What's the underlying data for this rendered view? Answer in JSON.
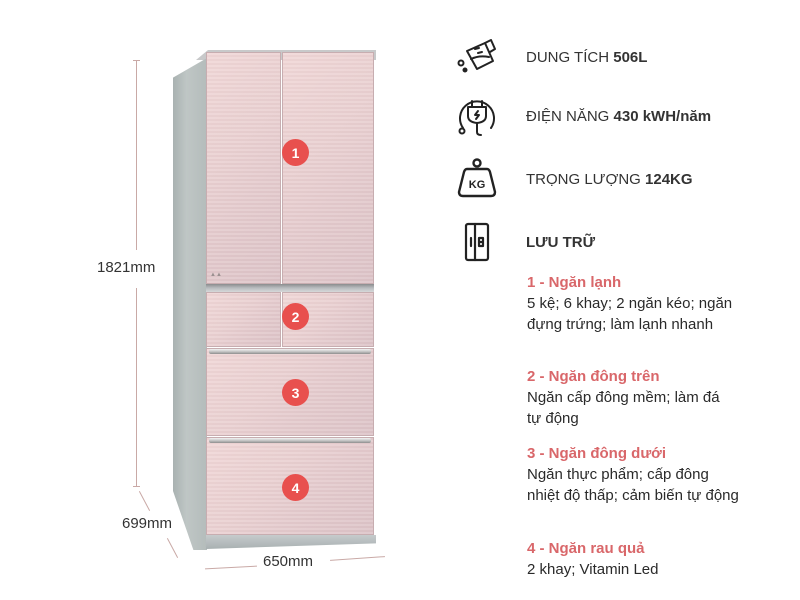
{
  "dimensions": {
    "height": "1821mm",
    "depth": "699mm",
    "width": "650mm"
  },
  "fridge": {
    "badges": [
      "1",
      "2",
      "3",
      "4"
    ],
    "accent_color": "#e8504e"
  },
  "specs": [
    {
      "icon": "measuring-jug-icon",
      "label": "DUNG TÍCH",
      "value": "506L"
    },
    {
      "icon": "power-plug-icon",
      "label": "ĐIỆN NĂNG",
      "value": "430 kWH/năm"
    },
    {
      "icon": "weight-kg-icon",
      "label": "TRỌNG LƯỢNG",
      "value": "124KG"
    },
    {
      "icon": "fridge-storage-icon",
      "label": "LƯU TRỮ",
      "value": ""
    }
  ],
  "compartments": [
    {
      "title": "1 - Ngăn lạnh",
      "desc": "5 kệ; 6 khay; 2 ngăn kéo; ngăn đựng trứng; làm lạnh nhanh"
    },
    {
      "title": "2 - Ngăn đông trên",
      "desc": "Ngăn cấp đông mềm; làm đá tự động"
    },
    {
      "title": "3 - Ngăn đông dưới",
      "desc": "Ngăn thực phẩm; cấp đông nhiệt độ thấp; cảm biến tự động"
    },
    {
      "title": "4 - Ngăn rau quả",
      "desc": "2 khay; Vitamin Led"
    }
  ],
  "colors": {
    "title_accent": "#d9676a",
    "text": "#2a2a2a"
  }
}
